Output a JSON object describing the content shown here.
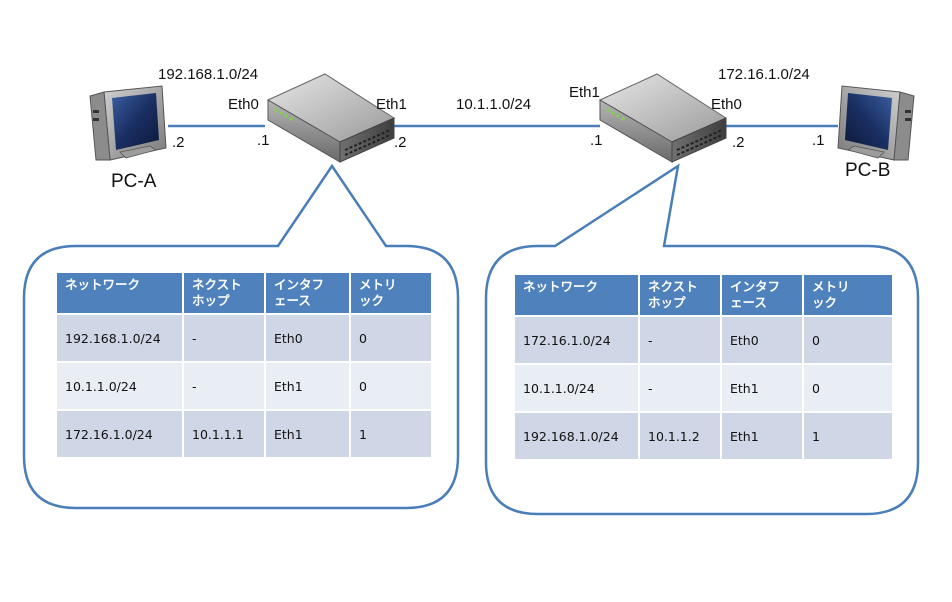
{
  "nodes": {
    "pc_a": "PC-A",
    "pc_b": "PC-B"
  },
  "links": {
    "net_a": "192.168.1.0/24",
    "net_mid": "10.1.1.0/24",
    "net_b": "172.16.1.0/24"
  },
  "interfaces": {
    "r1_eth0": "Eth0",
    "r1_eth1": "Eth1",
    "r2_eth1": "Eth1",
    "r2_eth0": "Eth0"
  },
  "host_ids": {
    "pc_a": ".2",
    "r1_eth0": ".1",
    "r1_eth1": ".2",
    "r2_eth1": ".1",
    "r2_eth0": ".2",
    "pc_b": ".1"
  },
  "tables": {
    "headers": [
      "ネットワーク",
      "ネクスト\nホップ",
      "インタフ\nェース",
      "メトリ\nック"
    ],
    "router1": [
      [
        "192.168.1.0/24",
        "-",
        "Eth0",
        "0"
      ],
      [
        "10.1.1.0/24",
        "-",
        "Eth1",
        "0"
      ],
      [
        "172.16.1.0/24",
        "10.1.1.1",
        "Eth1",
        "1"
      ]
    ],
    "router2": [
      [
        "172.16.1.0/24",
        "-",
        "Eth0",
        "0"
      ],
      [
        "10.1.1.0/24",
        "-",
        "Eth1",
        "0"
      ],
      [
        "192.168.1.0/24",
        "10.1.1.2",
        "Eth1",
        "1"
      ]
    ]
  },
  "colors": {
    "link": "#4a7eb8",
    "callout_border": "#4a7eb8",
    "table_header": "#4f81bd",
    "row_dark": "#cfd7e6",
    "row_light": "#e9edf4"
  }
}
